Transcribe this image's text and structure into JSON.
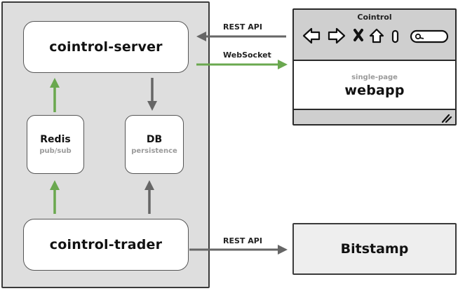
{
  "nodes": {
    "server": {
      "title": "cointrol-server"
    },
    "trader": {
      "title": "cointrol-trader"
    },
    "redis": {
      "title": "Redis",
      "subtitle": "pub/sub"
    },
    "db": {
      "title": "DB",
      "subtitle": "persistence"
    },
    "webapp": {
      "window_title": "Cointrol",
      "subtitle": "single-page",
      "title": "webapp",
      "toolbar_icons": [
        "back-arrow-icon",
        "forward-arrow-icon",
        "close-x-icon",
        "home-icon",
        "reload-icon",
        "search-field-icon",
        "resize-grip-icon"
      ]
    },
    "bitstamp": {
      "title": "Bitstamp"
    }
  },
  "edges": {
    "webapp_to_server": {
      "label": "REST API",
      "color": "#666666"
    },
    "server_to_webapp": {
      "label": "WebSocket",
      "color": "#6aa84f"
    },
    "trader_to_bitstamp": {
      "label": "REST API",
      "color": "#666666"
    },
    "redis_to_server": {
      "color": "#6aa84f"
    },
    "server_to_db": {
      "color": "#666666"
    },
    "trader_to_redis": {
      "color": "#6aa84f"
    },
    "trader_to_db": {
      "color": "#666666"
    }
  },
  "colors": {
    "container_fill": "#dedede",
    "push_arrow": "#6aa84f",
    "request_arrow": "#666666"
  }
}
